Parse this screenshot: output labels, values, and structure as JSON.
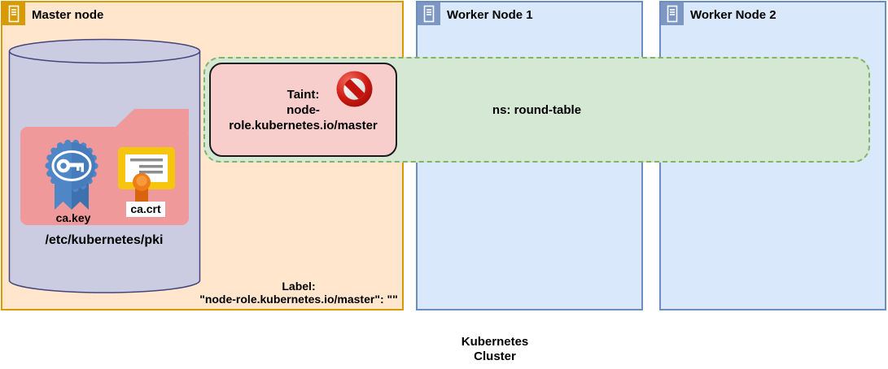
{
  "colors": {
    "master_fill": "#FFE6CC",
    "master_border": "#D79B00",
    "master_icon_fill": "#D79B00",
    "worker_fill": "#DAE8FC",
    "worker_border": "#6C8EBF",
    "worker_icon_fill": "#7D97C4",
    "namespace_fill": "#D5E8D4",
    "namespace_border": "#82B366",
    "taint_fill": "#F8CECC",
    "taint_border": "#1A1A1A",
    "cylinder_fill": "#CBCBE2",
    "cylinder_stroke": "#45457E",
    "folder_fill": "#F0999A",
    "key_badge_blue": "#4E86C6",
    "key_badge_blue_dark": "#3E72AE",
    "cert_gold": "#F6C60F",
    "ribbon_orange": "#EE7D18",
    "ribbon_orange_dark": "#D96410",
    "no_entry_red": "#C3150D"
  },
  "nodes": {
    "master": {
      "title": "Master node",
      "icon": "server-icon"
    },
    "worker1": {
      "title": "Worker Node 1",
      "icon": "server-icon"
    },
    "worker2": {
      "title": "Worker Node 2",
      "icon": "server-icon"
    }
  },
  "pki": {
    "path": "/etc/kubernetes/pki",
    "files": [
      {
        "label": "ca.key",
        "icon": "key-badge-icon"
      },
      {
        "label": "ca.crt",
        "icon": "certificate-icon"
      }
    ]
  },
  "taint": {
    "lines": [
      "Taint:",
      "node-",
      "role.kubernetes.io/master"
    ],
    "icon": "no-entry-icon"
  },
  "namespace": {
    "label": "ns: round-table"
  },
  "master_label": {
    "lines": [
      "Label:",
      "\"node-role.kubernetes.io/master\": \"\""
    ]
  },
  "caption": {
    "lines": [
      "Kubernetes",
      "Cluster"
    ]
  }
}
